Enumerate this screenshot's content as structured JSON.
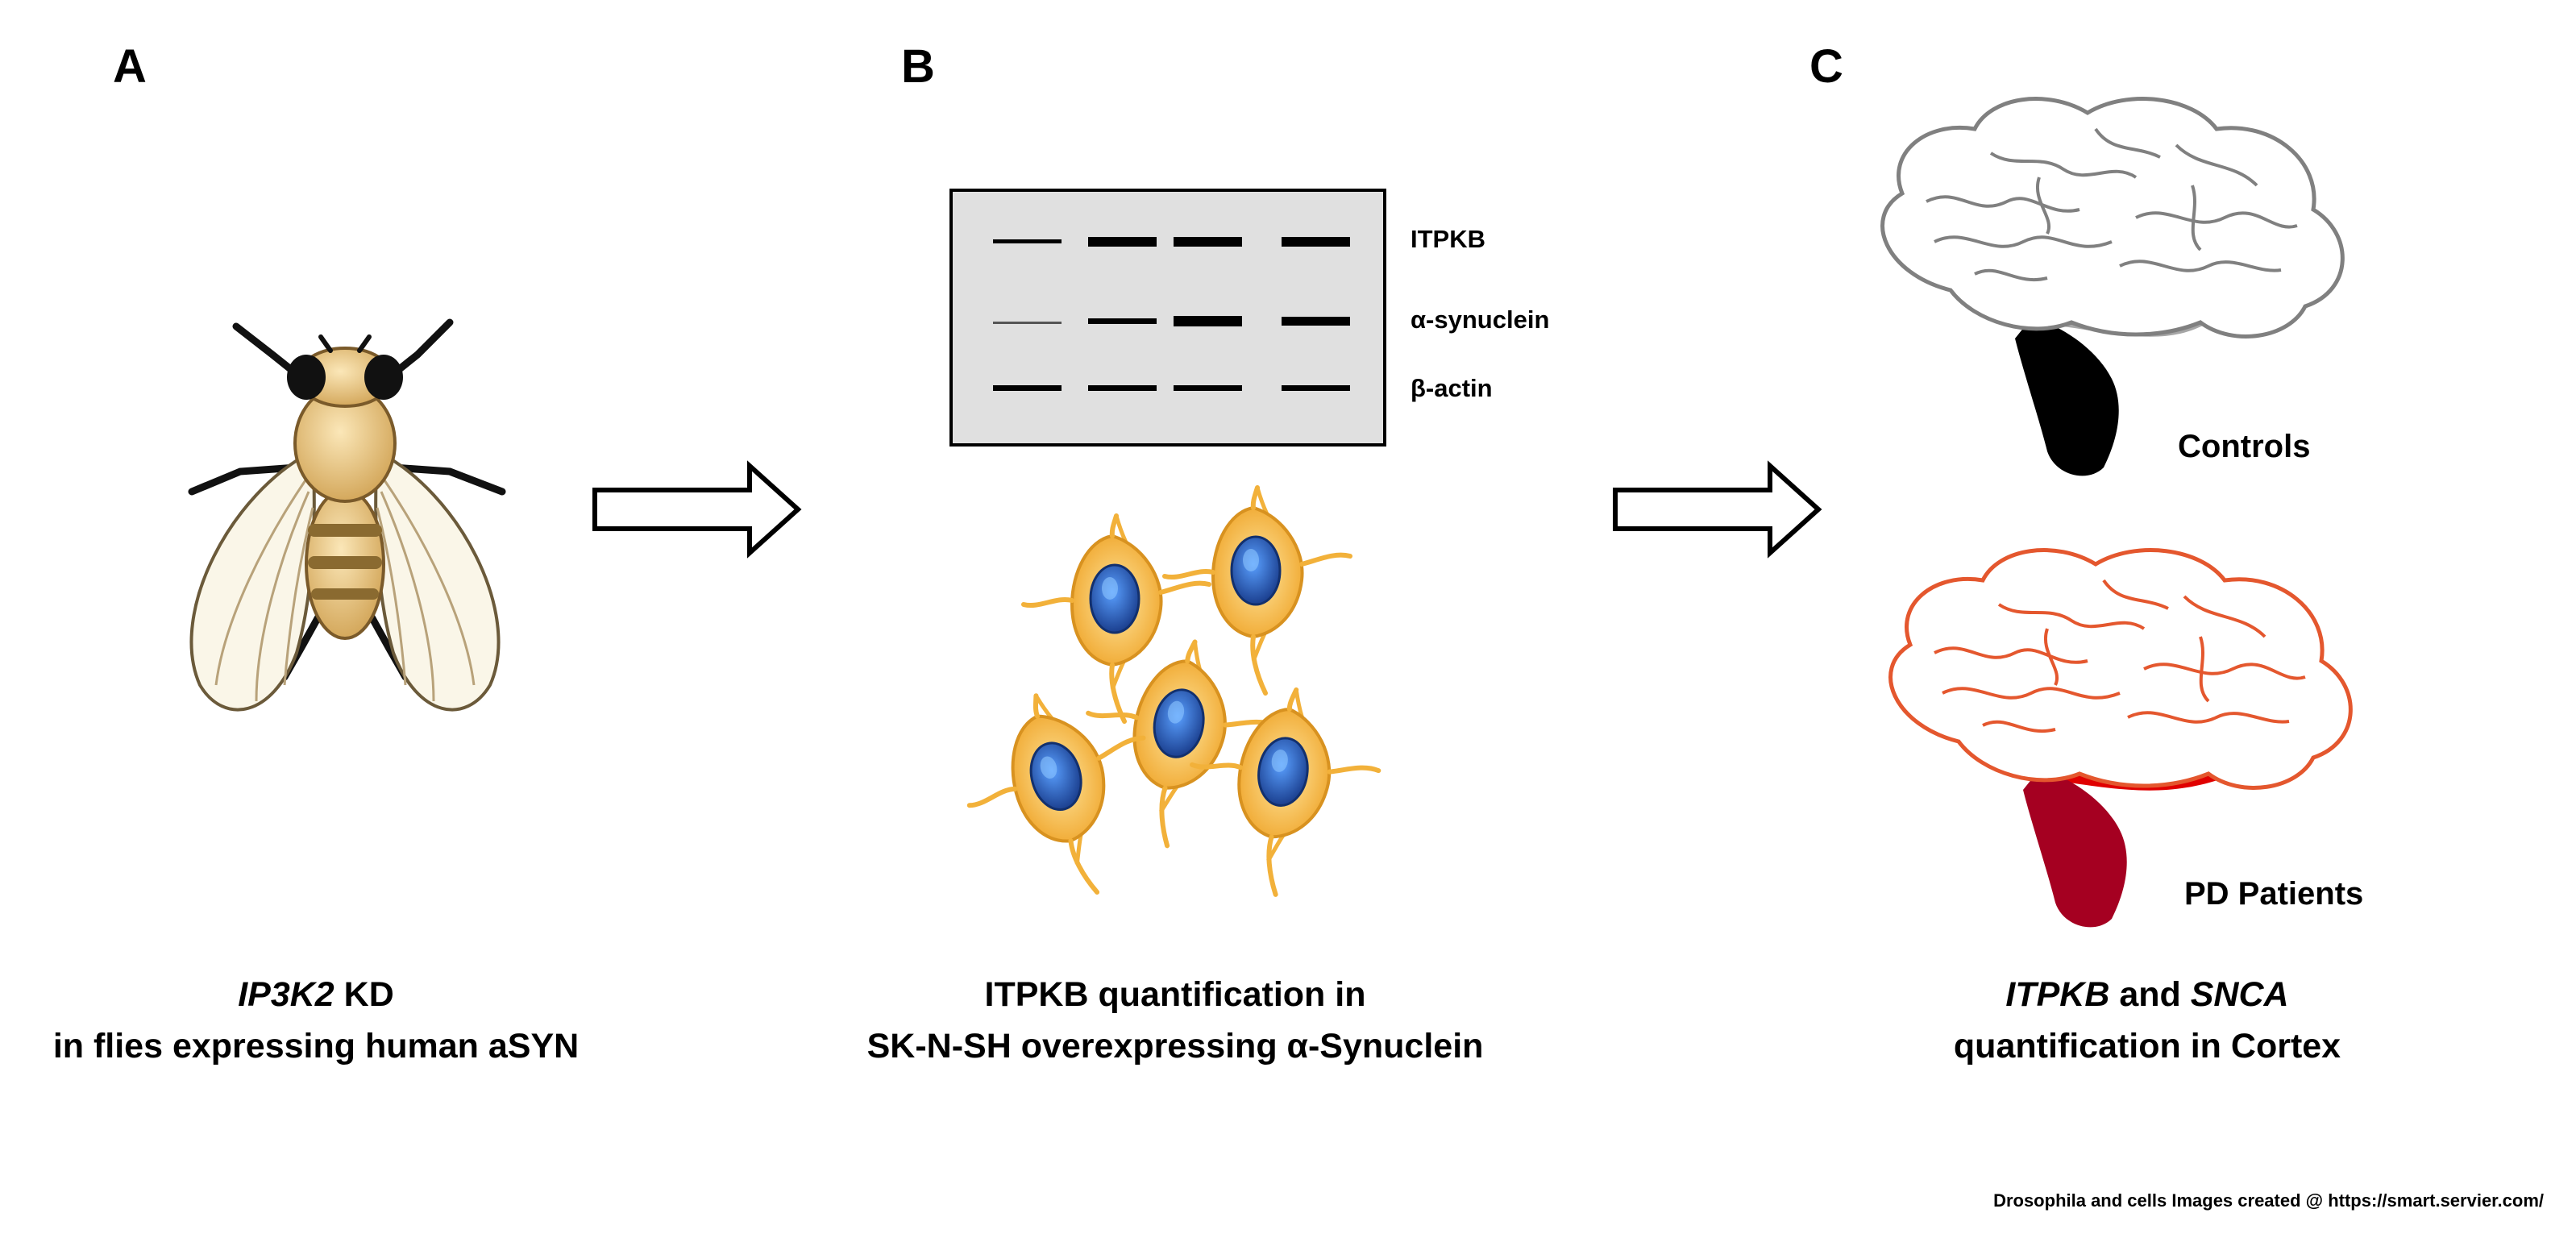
{
  "panels": [
    {
      "letter": "A",
      "caption_line1": [
        {
          "text": "IP3K2",
          "italic": true
        },
        {
          "text": " KD",
          "italic": false
        }
      ],
      "caption_line2": [
        {
          "text": "in flies expressing human aSYN",
          "italic": false
        }
      ]
    },
    {
      "letter": "B",
      "caption_line1": [
        {
          "text": "ITPKB quantification in",
          "italic": false
        }
      ],
      "caption_line2": [
        {
          "text": "SK-N-SH overexpressing ",
          "italic": false
        },
        {
          "text": "α",
          "italic": false
        },
        {
          "text": "-Synuclein",
          "italic": false
        }
      ],
      "blot_labels": [
        "ITPKB",
        "α-synuclein",
        "β-actin"
      ]
    },
    {
      "letter": "C",
      "caption_line1": [
        {
          "text": "ITPKB",
          "italic": true
        },
        {
          "text": " and ",
          "italic": false
        },
        {
          "text": "SNCA",
          "italic": true
        }
      ],
      "caption_line2": [
        {
          "text": "quantification in Cortex",
          "italic": false
        }
      ],
      "brain_labels": [
        "Controls",
        "PD Patients"
      ]
    }
  ],
  "credit": "Drosophila and cells Images created @ https://smart.servier.com/",
  "colors": {
    "control_outline": "#808080",
    "control_region_dark": "#000000",
    "control_region_light": "#a6a6a6",
    "pd_outline": "#e4572e",
    "pd_region_dark": "#a50021",
    "pd_region_light": "#e00000",
    "blot_bg": "#e0e0e0",
    "cell_body": "#f2b13a",
    "cell_nucleus": "#2e5eb5"
  },
  "icons": [
    "drosophila-fly-icon",
    "right-arrow-icon",
    "western-blot-icon",
    "neuron-cell-icon",
    "brain-icon"
  ]
}
